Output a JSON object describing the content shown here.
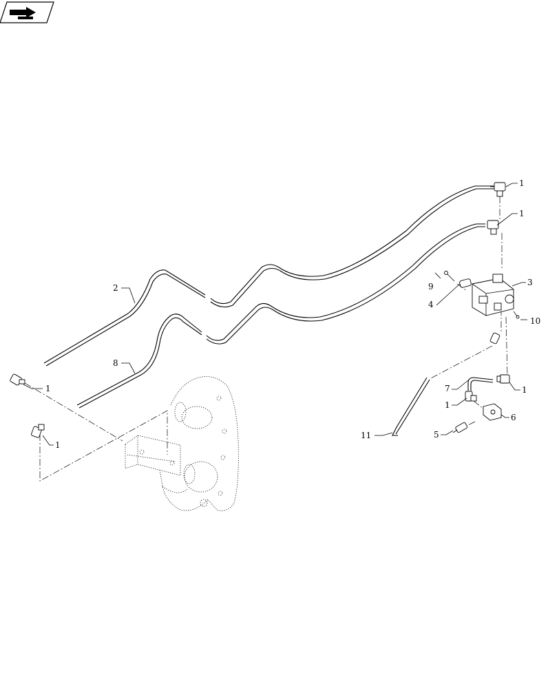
{
  "nav_icon": {
    "name": "next-page-arrow-icon"
  },
  "callouts": {
    "c1a": "1",
    "c1b": "1",
    "c1c": "1",
    "c1d": "1",
    "c1e": "1",
    "c1f": "1",
    "c2": "2",
    "c3": "3",
    "c4": "4",
    "c5": "5",
    "c6": "6",
    "c7": "7",
    "c8": "8",
    "c9": "9",
    "c10": "10",
    "c11": "11"
  }
}
